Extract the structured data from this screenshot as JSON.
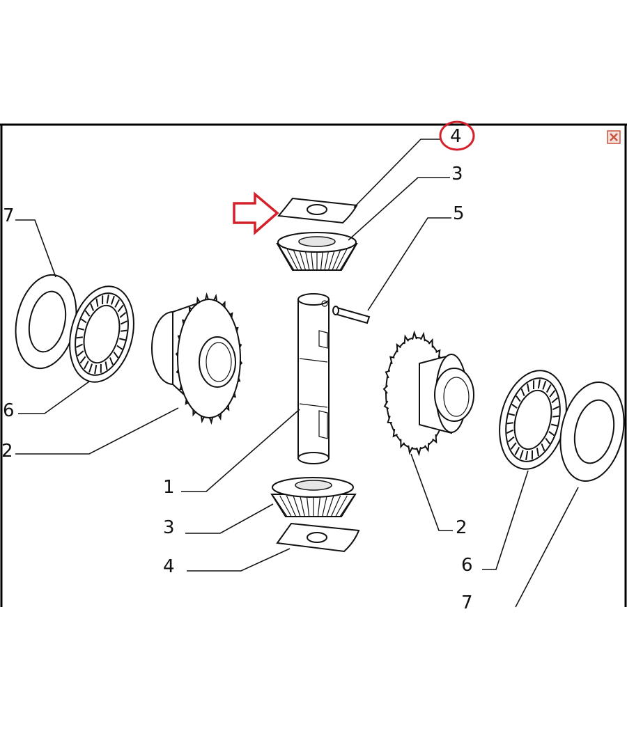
{
  "diagram": {
    "callouts": {
      "c4_top": "4",
      "c3_top": "3",
      "c5": "5",
      "c7_left": "7",
      "c6_left": "6",
      "c2_left": "2",
      "c1": "1",
      "c3_bottom": "3",
      "c4_bottom": "4",
      "c2_right": "2",
      "c6_right": "6",
      "c7_right": "7"
    },
    "highlight_color": "#d4202a",
    "close_icon": "close-icon"
  }
}
